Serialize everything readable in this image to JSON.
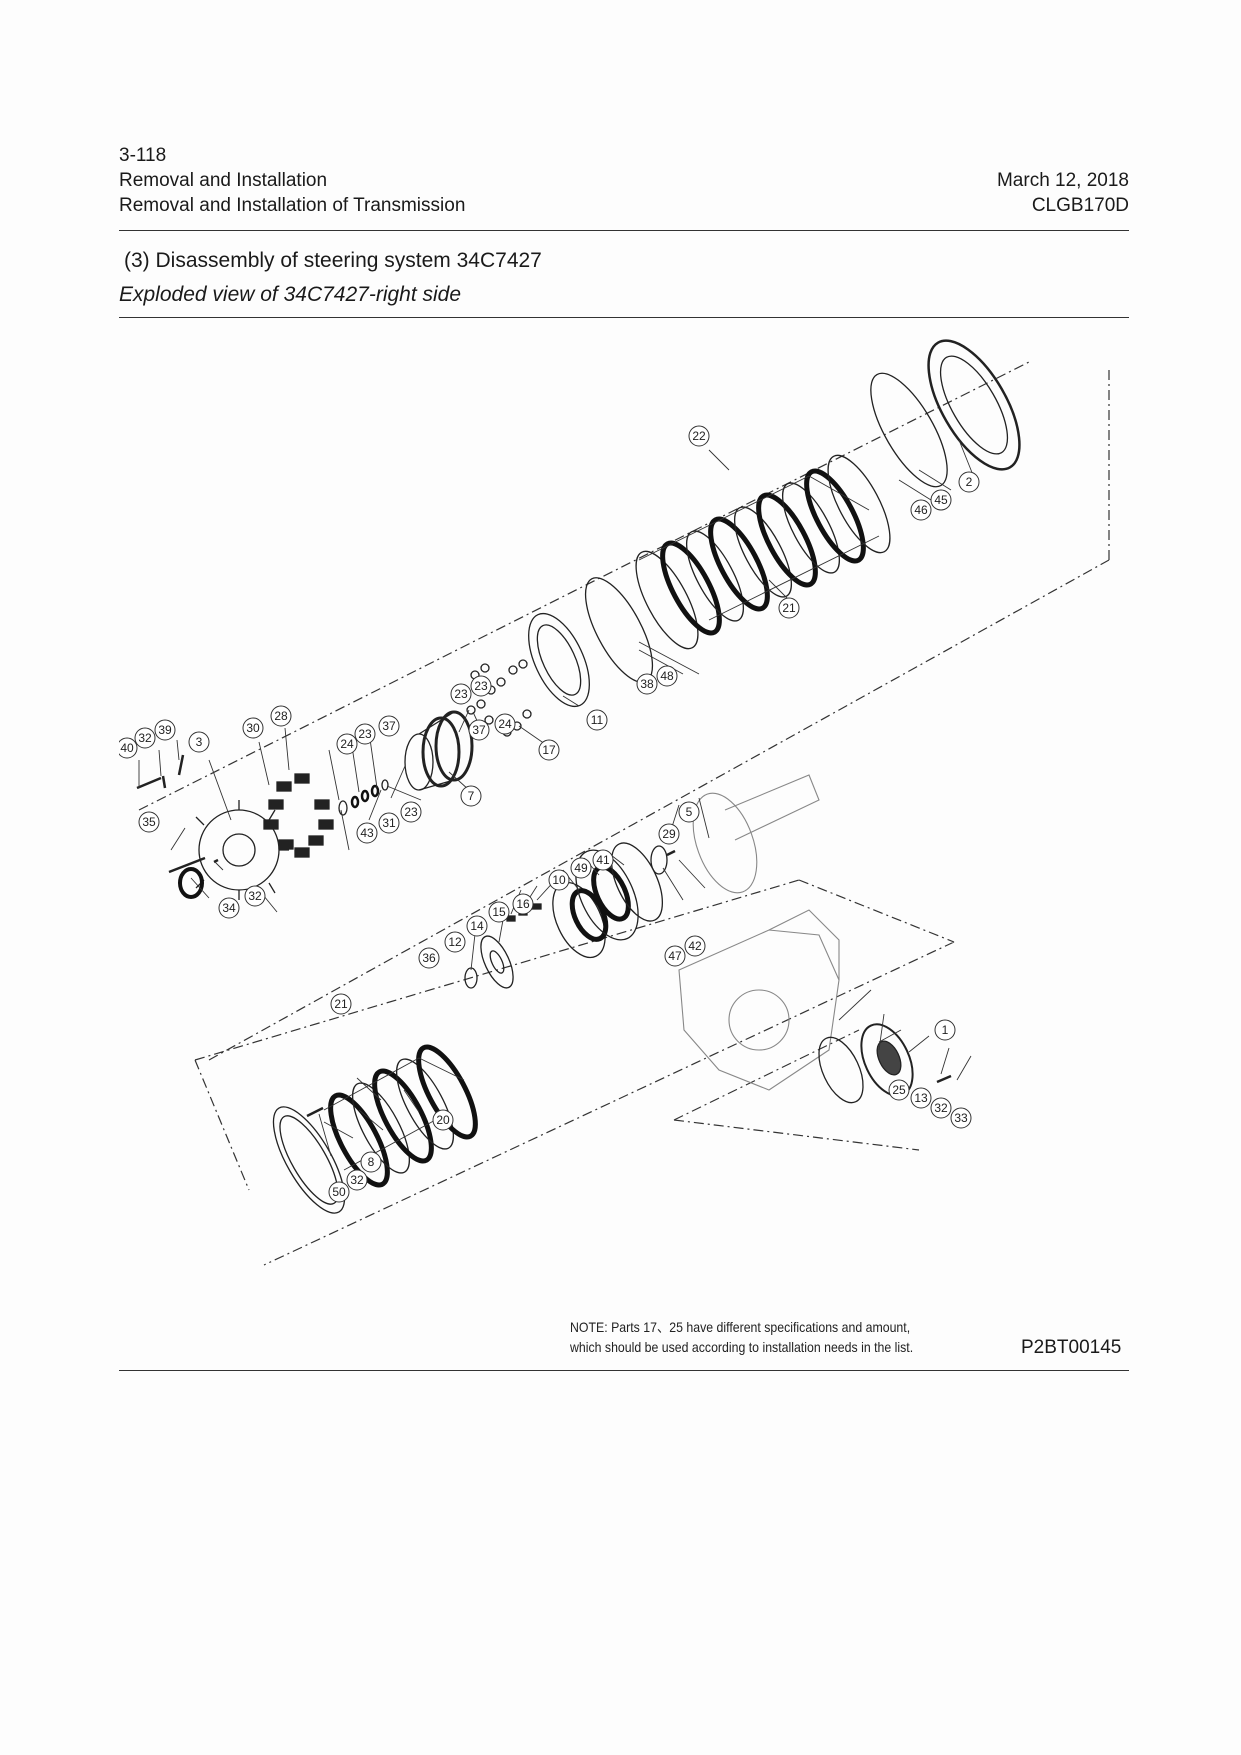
{
  "header": {
    "page_number": "3-118",
    "chapter": "Removal and Installation",
    "section_title": "Removal and Installation of Transmission",
    "date": "March 12, 2018",
    "model": "CLGB170D"
  },
  "content": {
    "step_label": "(3)",
    "step_title": "Disassembly of steering system 34C7427",
    "figure_caption": "Exploded view of 34C7427-right side"
  },
  "figure": {
    "part_callouts": [
      "1",
      "2",
      "3",
      "5",
      "7",
      "8",
      "10",
      "11",
      "12",
      "13",
      "14",
      "15",
      "16",
      "17",
      "20",
      "21",
      "21",
      "22",
      "23",
      "23",
      "23",
      "23",
      "24",
      "24",
      "25",
      "28",
      "29",
      "30",
      "31",
      "32",
      "32",
      "32",
      "32",
      "33",
      "34",
      "35",
      "36",
      "37",
      "37",
      "38",
      "39",
      "40",
      "41",
      "42",
      "43",
      "45",
      "46",
      "47",
      "48",
      "49",
      "50"
    ],
    "note_line1": "NOTE: Parts 17、25 have different specifications and amount,",
    "note_line2": "which should be used according to installation needs in the list.",
    "figure_id": "P2BT00145"
  }
}
